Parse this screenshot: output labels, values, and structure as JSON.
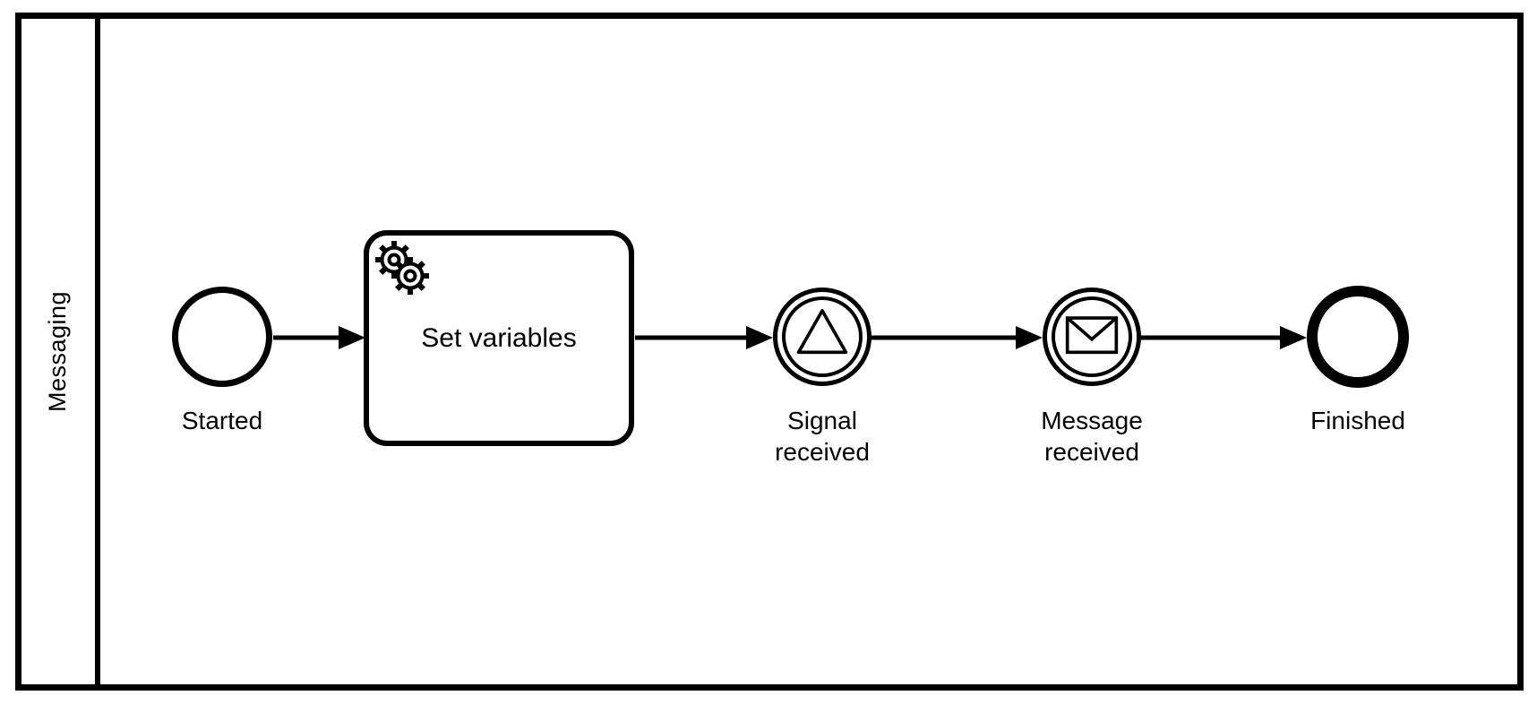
{
  "lane": {
    "label": "Messaging"
  },
  "start_event": {
    "label": "Started"
  },
  "task": {
    "label": "Set variables",
    "icon": "service-gears-icon"
  },
  "signal_event": {
    "label": "Signal\nreceived",
    "icon": "signal-triangle-icon"
  },
  "message_event": {
    "label": "Message\nreceived",
    "icon": "message-envelope-icon"
  },
  "end_event": {
    "label": "Finished"
  },
  "colors": {
    "stroke": "#000000",
    "fill": "#ffffff"
  }
}
